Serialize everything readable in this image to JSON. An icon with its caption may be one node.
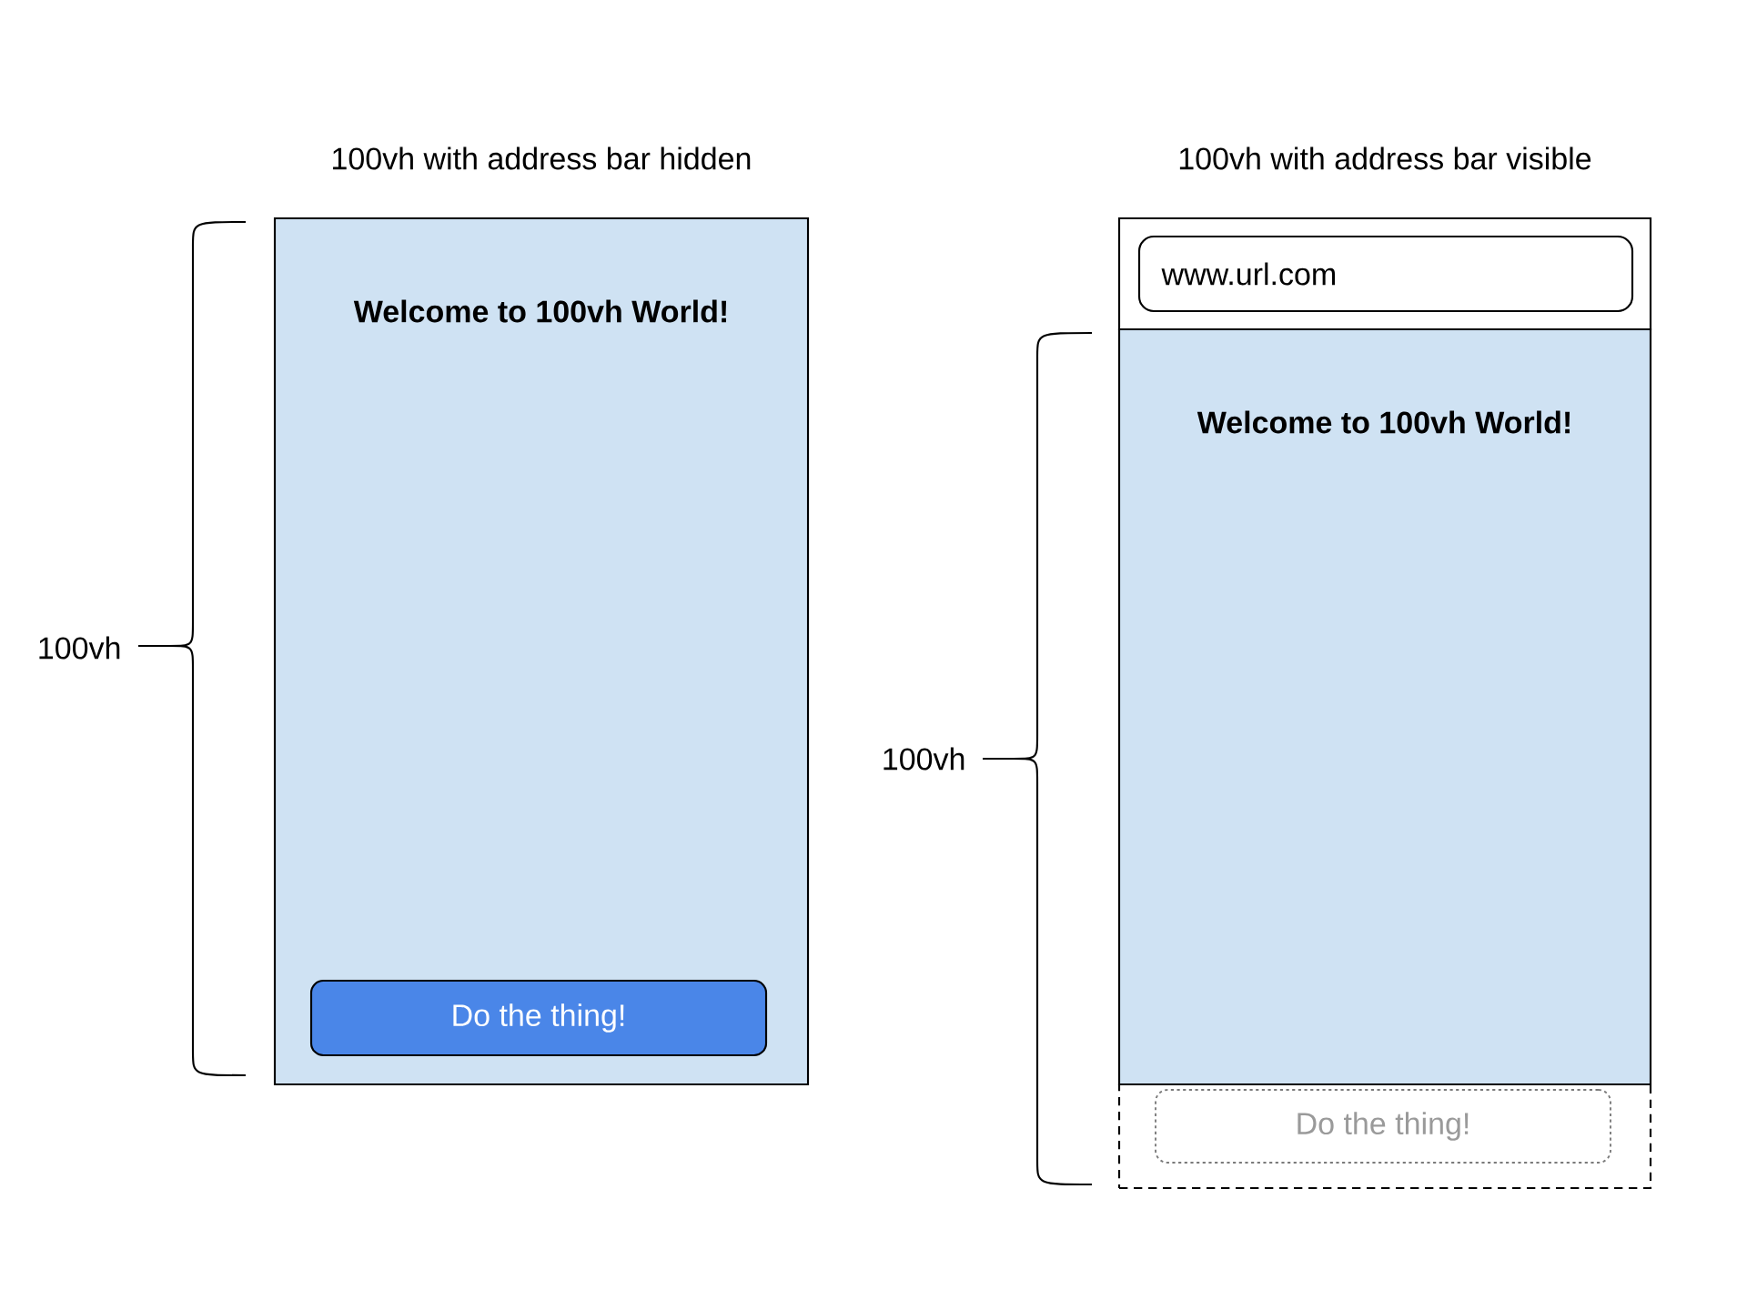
{
  "diagram": {
    "nodes": [
      {
        "text": [
          "Welcome to 100vh World!"
        ],
        "beside": [
          "100vh with address bar hidden"
        ]
      },
      {
        "text": [
          "Do the thing!"
        ],
        "in": 0
      },
      {
        "text": [],
        "shape": "box",
        "beside": [
          "100vh with address bar visible"
        ]
      },
      {
        "text": [
          "www.url.com"
        ],
        "in": 2
      },
      {
        "text": [
          "Welcome to 100vh World!"
        ]
      },
      {
        "text": [],
        "shape": "box"
      },
      {
        "text": [
          "Do the thing!"
        ],
        "in": 5
      }
    ],
    "labels": [
      "100vh",
      "100vh"
    ]
  }
}
